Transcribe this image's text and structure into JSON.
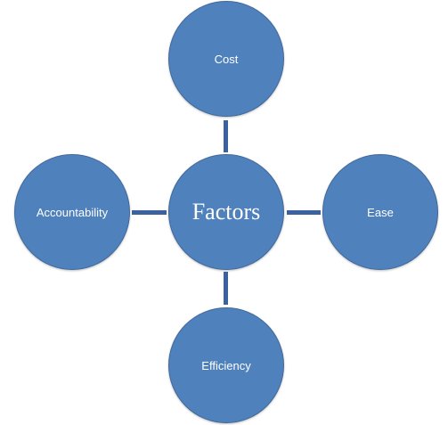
{
  "diagram": {
    "type": "hub-and-spoke",
    "colors": {
      "node_fill": "#4f81bd",
      "node_border": "#41699b",
      "connector": "#3b62a0",
      "label_text": "#ffffff"
    },
    "center": {
      "label": "Factors"
    },
    "nodes": [
      {
        "position": "top",
        "label": "Cost"
      },
      {
        "position": "right",
        "label": "Ease"
      },
      {
        "position": "bottom",
        "label": "Efficiency"
      },
      {
        "position": "left",
        "label": "Accountability"
      }
    ]
  }
}
